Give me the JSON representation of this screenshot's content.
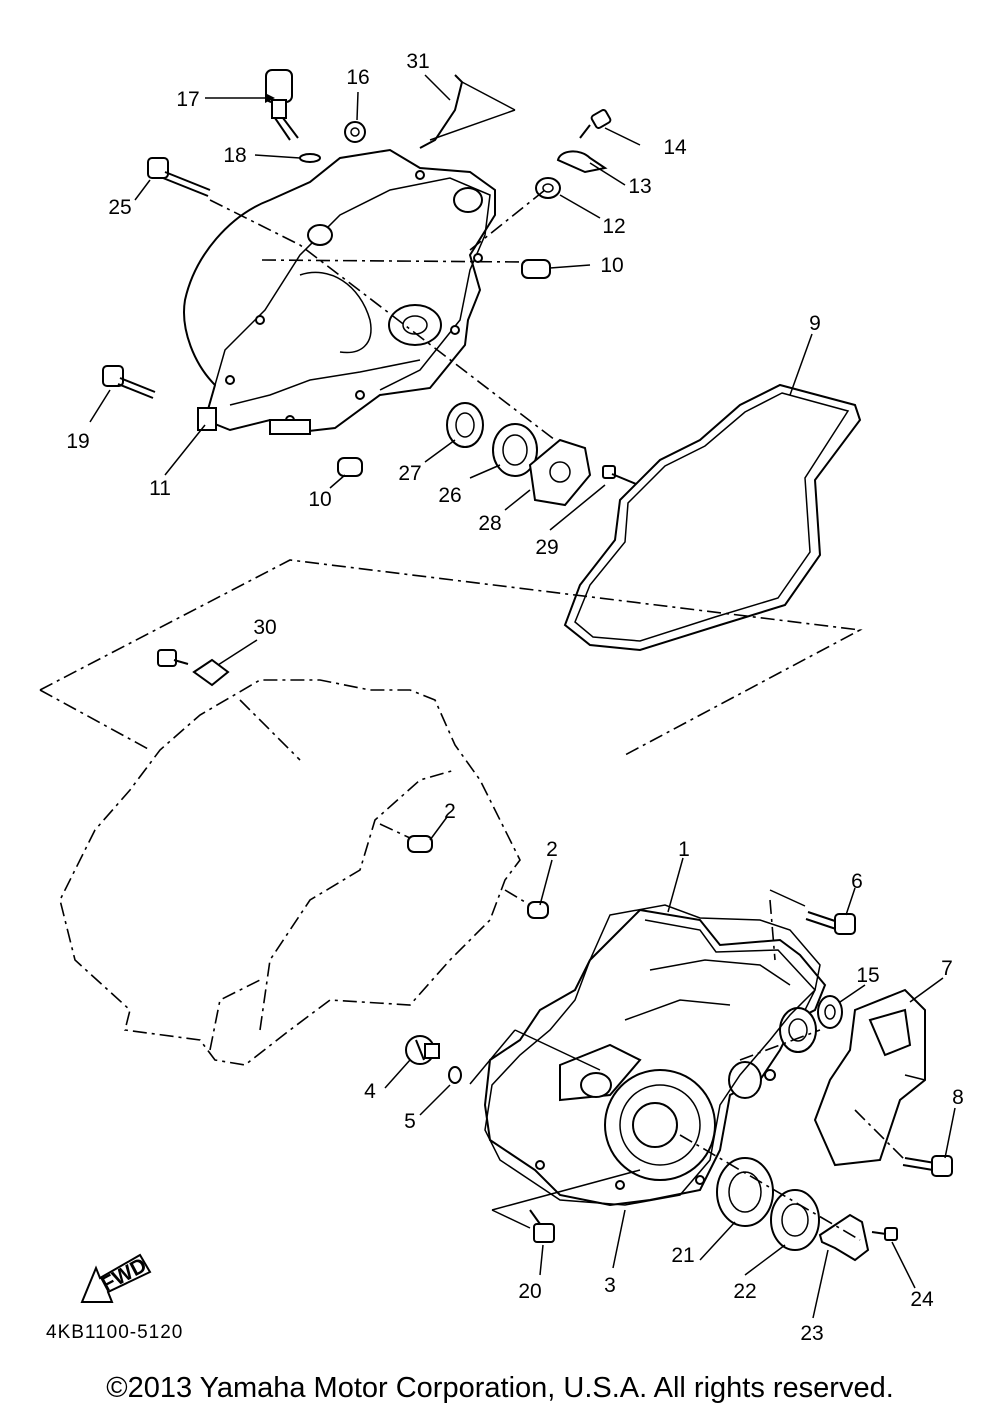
{
  "diagram": {
    "callouts": [
      "1",
      "2",
      "2",
      "3",
      "4",
      "5",
      "6",
      "7",
      "8",
      "9",
      "10",
      "10",
      "11",
      "12",
      "13",
      "14",
      "15",
      "16",
      "17",
      "18",
      "19",
      "20",
      "21",
      "22",
      "23",
      "24",
      "25",
      "26",
      "27",
      "28",
      "29",
      "30",
      "31"
    ],
    "fwd_label": "FWD",
    "catalog_code": "4KB1100-5120",
    "copyright": "©2013 Yamaha Motor Corporation, U.S.A. All rights reserved."
  }
}
